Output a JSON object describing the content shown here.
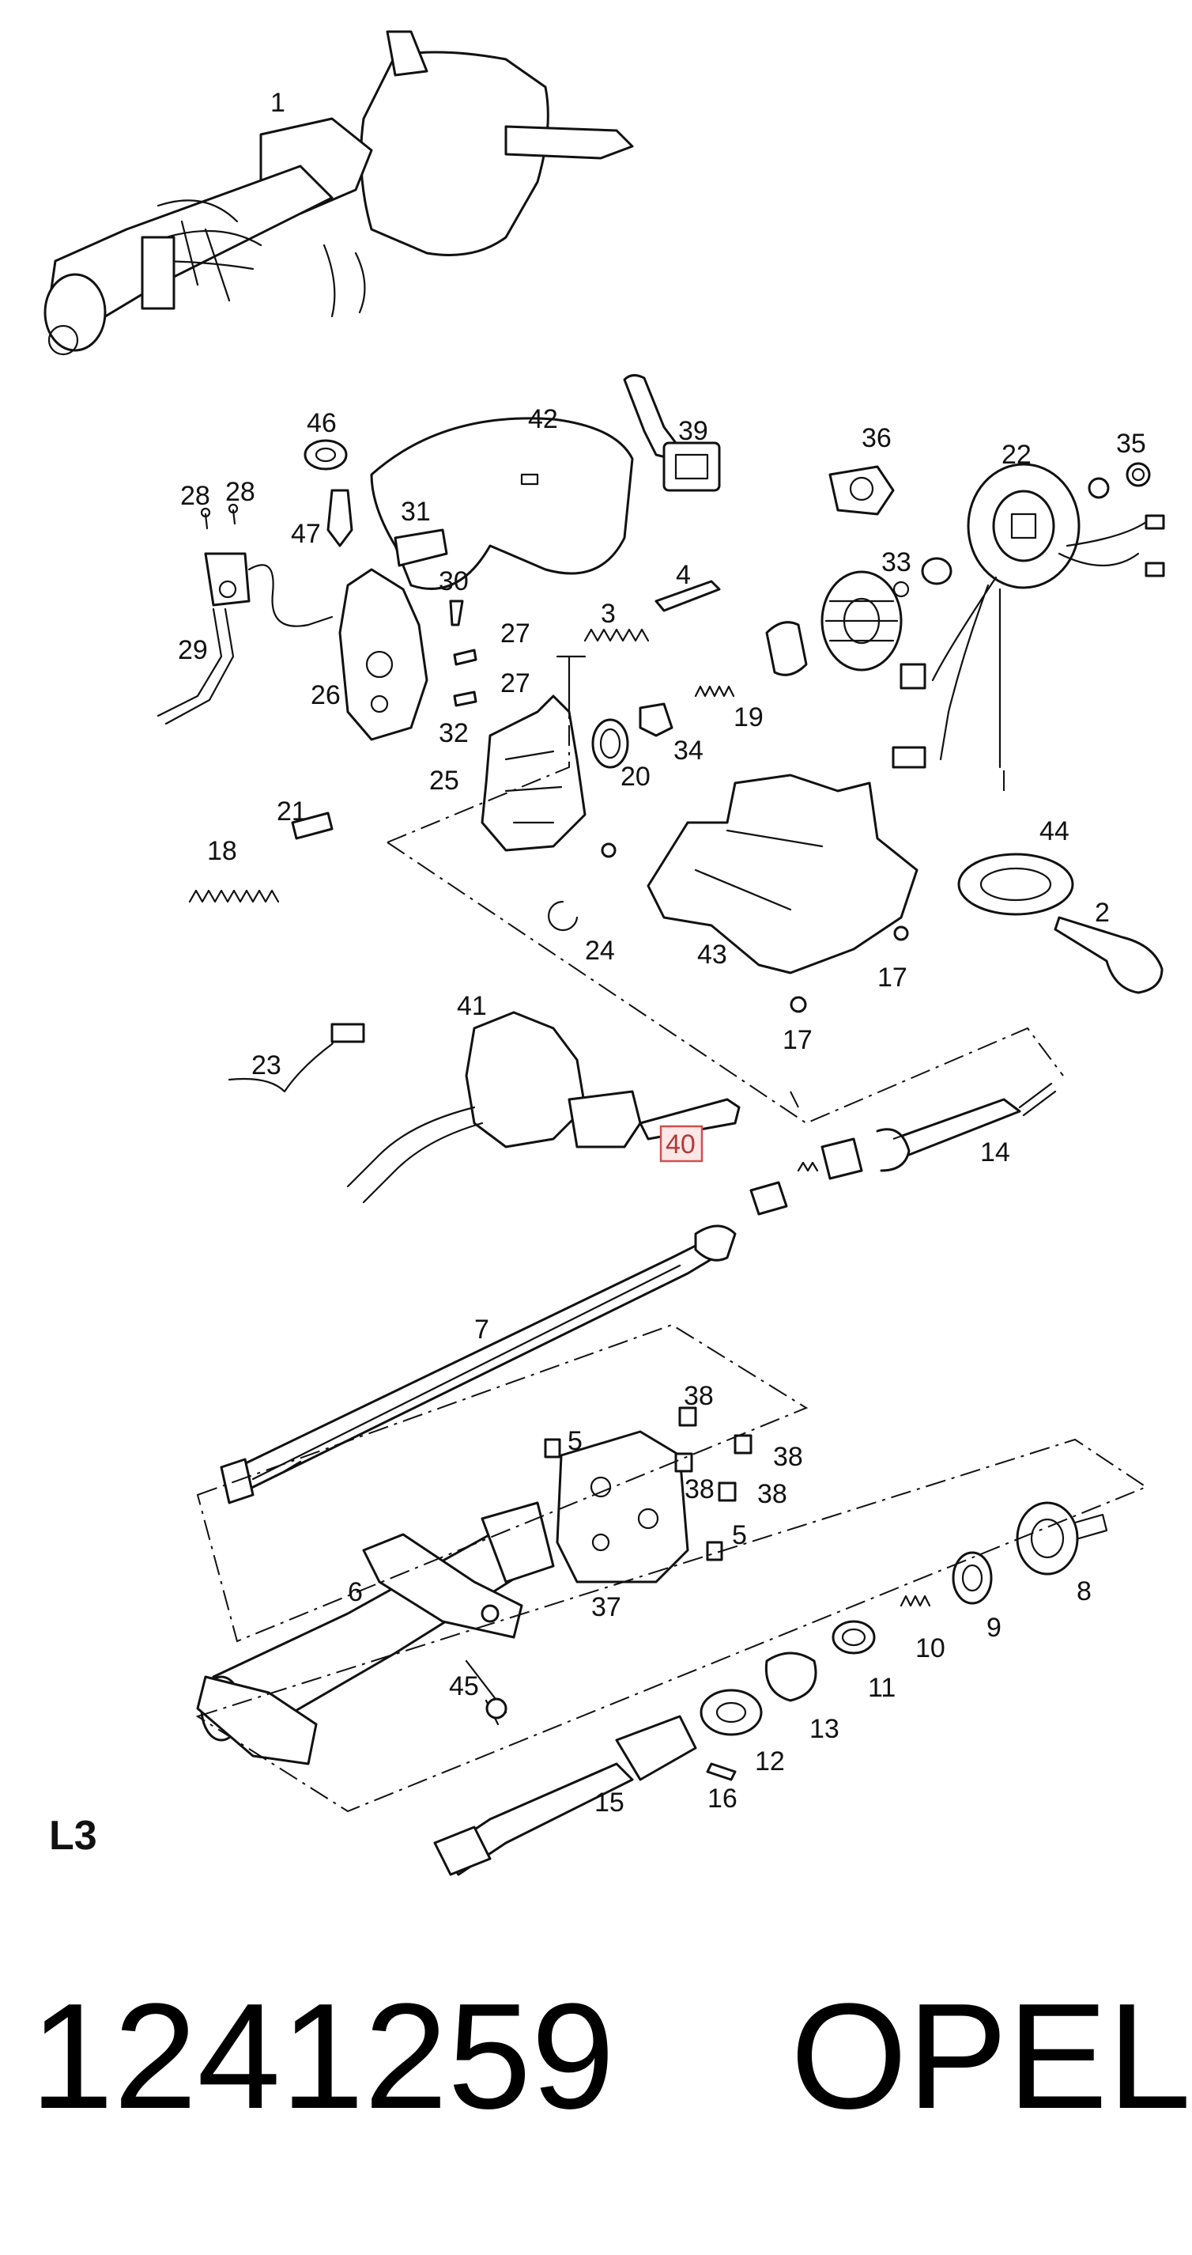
{
  "diagram": {
    "section_code": "L3",
    "highlighted_callout": "40",
    "callouts": [
      "1",
      "2",
      "3",
      "4",
      "5",
      "5",
      "6",
      "7",
      "8",
      "9",
      "10",
      "11",
      "12",
      "13",
      "14",
      "15",
      "16",
      "17",
      "17",
      "18",
      "19",
      "20",
      "21",
      "22",
      "23",
      "24",
      "25",
      "26",
      "27",
      "27",
      "28",
      "28",
      "29",
      "30",
      "31",
      "32",
      "33",
      "34",
      "35",
      "36",
      "37",
      "38",
      "38",
      "38",
      "38",
      "39",
      "40",
      "41",
      "42",
      "43",
      "44",
      "45",
      "46",
      "47"
    ]
  },
  "footer": {
    "part_number": "1241259",
    "brand": "OPEL"
  },
  "colors": {
    "line": "#111111",
    "highlight_fill": "#fde7e7",
    "highlight_stroke": "#d05050"
  }
}
